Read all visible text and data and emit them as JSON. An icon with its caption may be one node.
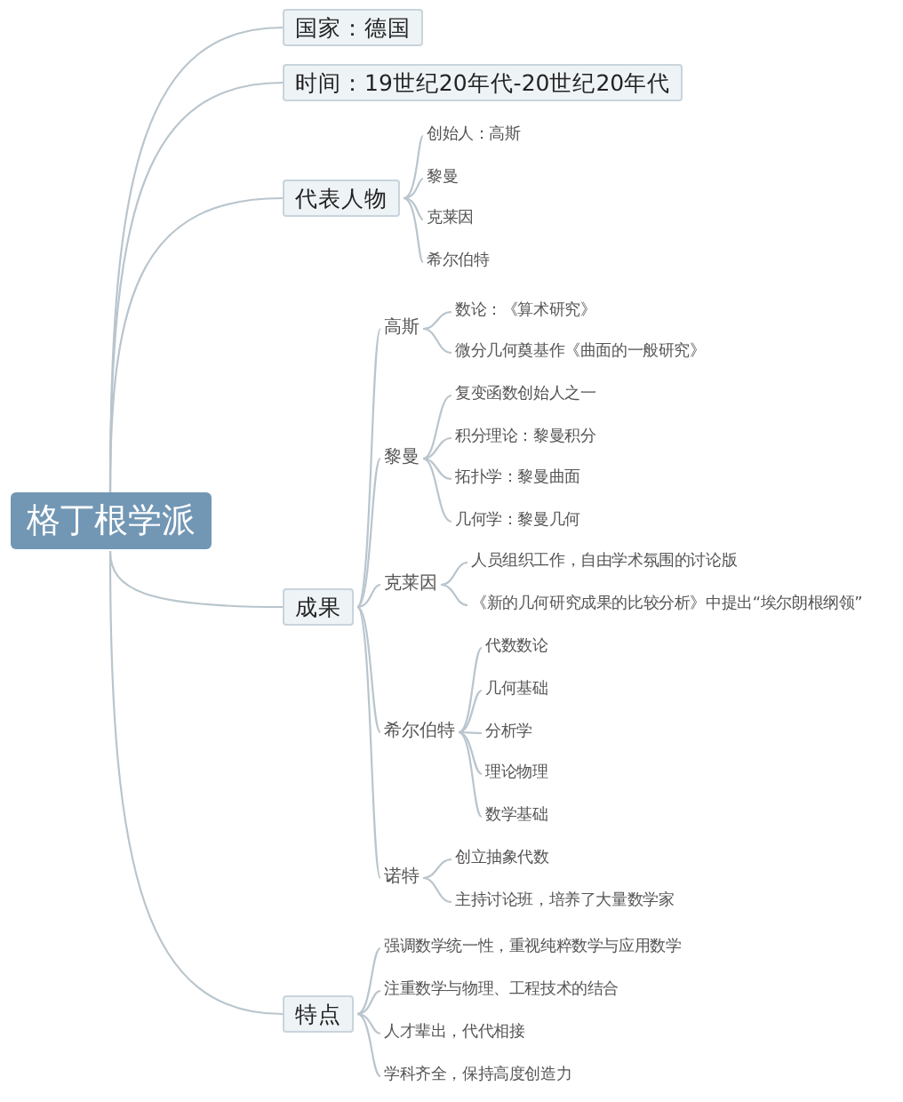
{
  "diagram": {
    "nodes": [
      {
        "text": [
          "格丁根学派"
        ]
      },
      {
        "text": [
          "国家：德国"
        ]
      },
      {
        "text": [
          "时间：19世纪20年代-20世纪20年代"
        ]
      },
      {
        "text": [
          "代表人物"
        ]
      },
      {
        "text": [
          "创始人：高斯"
        ]
      },
      {
        "text": [
          "黎曼"
        ]
      },
      {
        "text": [
          "克莱因"
        ]
      },
      {
        "text": [
          "希尔伯特"
        ]
      },
      {
        "text": [
          "成果"
        ]
      },
      {
        "text": [
          "高斯"
        ]
      },
      {
        "text": [
          "数论：《算术研究》"
        ]
      },
      {
        "text": [
          "微分几何奠基作《曲面的一般研究》"
        ]
      },
      {
        "text": [
          "黎曼"
        ]
      },
      {
        "text": [
          "复变函数创始人之一"
        ]
      },
      {
        "text": [
          "积分理论：黎曼积分"
        ]
      },
      {
        "text": [
          "拓扑学：黎曼曲面"
        ]
      },
      {
        "text": [
          "几何学：黎曼几何"
        ]
      },
      {
        "text": [
          "克莱因"
        ]
      },
      {
        "text": [
          "人员组织工作，自由学术氛围的讨论版"
        ]
      },
      {
        "text": [
          "《新的几何研究成果的比较分析》中提出“埃尔朗根纲领”"
        ]
      },
      {
        "text": [
          "希尔伯特"
        ]
      },
      {
        "text": [
          "代数数论"
        ]
      },
      {
        "text": [
          "几何基础"
        ]
      },
      {
        "text": [
          "分析学"
        ]
      },
      {
        "text": [
          "理论物理"
        ]
      },
      {
        "text": [
          "数学基础"
        ]
      },
      {
        "text": [
          "诺特"
        ]
      },
      {
        "text": [
          "创立抽象代数"
        ]
      },
      {
        "text": [
          "主持讨论班，培养了大量数学家"
        ]
      },
      {
        "text": [
          "特点"
        ]
      },
      {
        "text": [
          "强调数学统一性，重视纯粹数学与应用数学"
        ]
      },
      {
        "text": [
          "注重数学与物理、工程技术的结合"
        ]
      },
      {
        "text": [
          "人才辈出，代代相接"
        ]
      },
      {
        "text": [
          "学科齐全，保持高度创造力"
        ]
      }
    ],
    "edges": [
      {
        "from": 0,
        "to": 1,
        "arrow": "none"
      },
      {
        "from": 0,
        "to": 2,
        "arrow": "none"
      },
      {
        "from": 0,
        "to": 3,
        "arrow": "none"
      },
      {
        "from": 0,
        "to": 8,
        "arrow": "none"
      },
      {
        "from": 0,
        "to": 29,
        "arrow": "none"
      },
      {
        "from": 3,
        "to": 4,
        "arrow": "none"
      },
      {
        "from": 3,
        "to": 5,
        "arrow": "none"
      },
      {
        "from": 3,
        "to": 6,
        "arrow": "none"
      },
      {
        "from": 3,
        "to": 7,
        "arrow": "none"
      },
      {
        "from": 8,
        "to": 9,
        "arrow": "none"
      },
      {
        "from": 8,
        "to": 12,
        "arrow": "none"
      },
      {
        "from": 8,
        "to": 17,
        "arrow": "none"
      },
      {
        "from": 8,
        "to": 20,
        "arrow": "none"
      },
      {
        "from": 8,
        "to": 26,
        "arrow": "none"
      },
      {
        "from": 9,
        "to": 10,
        "arrow": "none"
      },
      {
        "from": 9,
        "to": 11,
        "arrow": "none"
      },
      {
        "from": 12,
        "to": 13,
        "arrow": "none"
      },
      {
        "from": 12,
        "to": 14,
        "arrow": "none"
      },
      {
        "from": 12,
        "to": 15,
        "arrow": "none"
      },
      {
        "from": 12,
        "to": 16,
        "arrow": "none"
      },
      {
        "from": 17,
        "to": 18,
        "arrow": "none"
      },
      {
        "from": 17,
        "to": 19,
        "arrow": "none"
      },
      {
        "from": 20,
        "to": 21,
        "arrow": "none"
      },
      {
        "from": 20,
        "to": 22,
        "arrow": "none"
      },
      {
        "from": 20,
        "to": 23,
        "arrow": "none"
      },
      {
        "from": 20,
        "to": 24,
        "arrow": "none"
      },
      {
        "from": 20,
        "to": 25,
        "arrow": "none"
      },
      {
        "from": 26,
        "to": 27,
        "arrow": "none"
      },
      {
        "from": 26,
        "to": 28,
        "arrow": "none"
      },
      {
        "from": 29,
        "to": 30,
        "arrow": "none"
      },
      {
        "from": 29,
        "to": 31,
        "arrow": "none"
      },
      {
        "from": 29,
        "to": 32,
        "arrow": "none"
      },
      {
        "from": 29,
        "to": 33,
        "arrow": "none"
      }
    ]
  }
}
